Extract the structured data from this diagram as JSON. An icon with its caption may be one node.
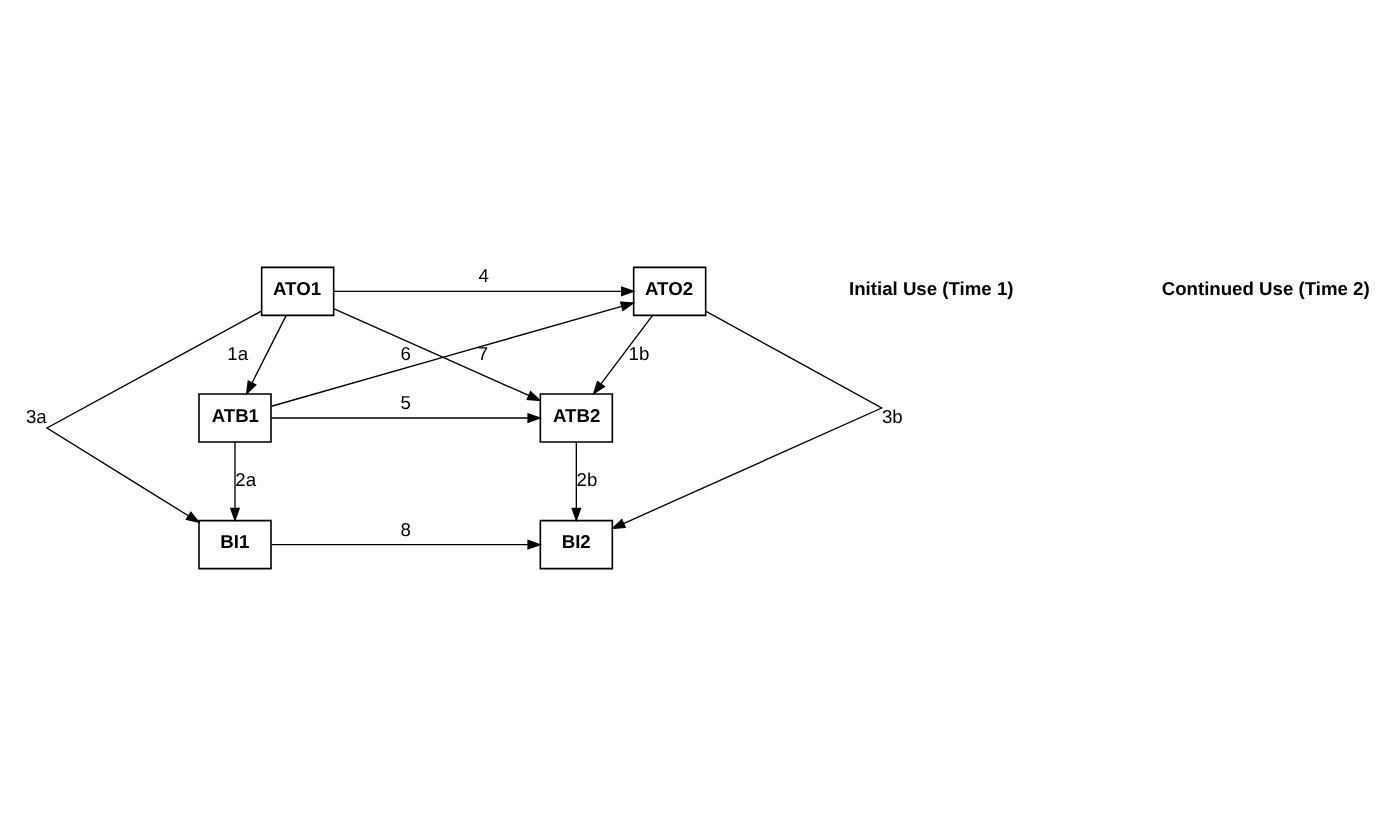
{
  "diagram": {
    "nodes": [
      {
        "text": [
          "ATO1"
        ]
      },
      {
        "text": [
          "ATB1"
        ]
      },
      {
        "text": [
          "BI1"
        ]
      },
      {
        "text": [
          "ATO2"
        ]
      },
      {
        "text": [
          "ATB2"
        ]
      },
      {
        "text": [
          "BI2"
        ]
      }
    ],
    "edges": [
      {
        "from": 0,
        "to": 3,
        "arrow": "to",
        "label": "4"
      },
      {
        "from": 0,
        "to": 1,
        "arrow": "to",
        "label": "1a"
      },
      {
        "from": 0,
        "to": 4,
        "arrow": "to",
        "label": "6"
      },
      {
        "from": 1,
        "to": 3,
        "arrow": "to",
        "label": "7"
      },
      {
        "from": 3,
        "to": 4,
        "arrow": "to",
        "label": "1b"
      },
      {
        "from": 1,
        "to": 4,
        "arrow": "to",
        "label": "5"
      },
      {
        "from": 0,
        "to": 2,
        "arrow": "to",
        "label": "3a"
      },
      {
        "from": 3,
        "to": 5,
        "arrow": "to",
        "label": "3b"
      },
      {
        "from": 1,
        "to": 2,
        "arrow": "to",
        "label": "2a"
      },
      {
        "from": 4,
        "to": 5,
        "arrow": "to",
        "label": "2b"
      },
      {
        "from": 2,
        "to": 5,
        "arrow": "to",
        "label": "8"
      }
    ],
    "labels": [
      "Initial Use (Time 1)",
      "Continued Use (Time 2)"
    ]
  }
}
